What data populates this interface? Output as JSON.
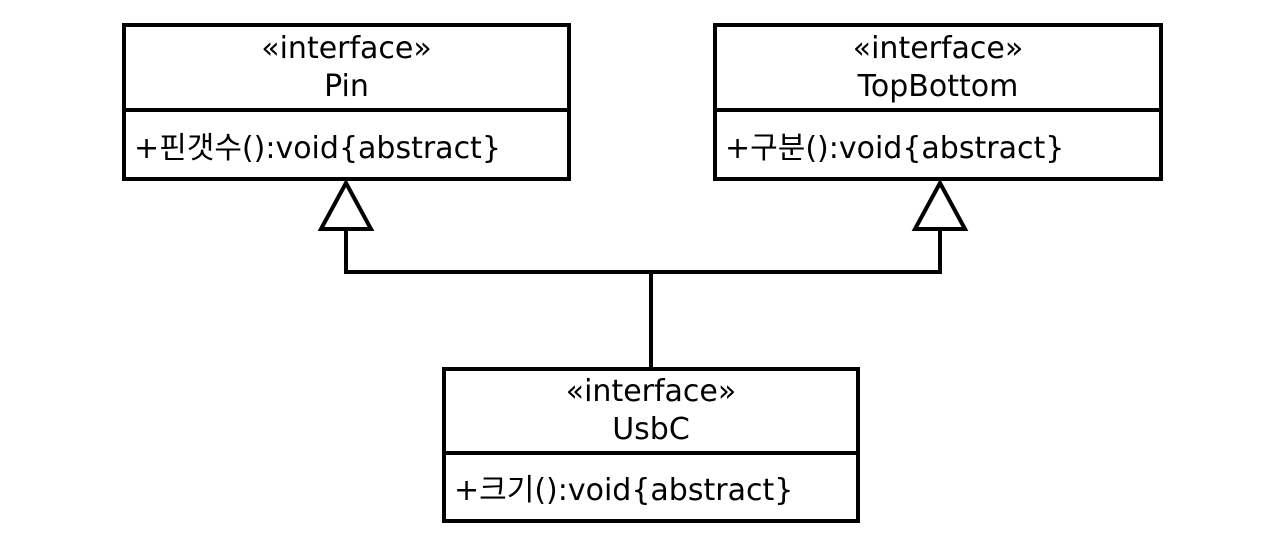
{
  "diagram": {
    "type": "uml-class-diagram",
    "background_color": "#ffffff",
    "stroke_color": "#000000",
    "classes": [
      {
        "id": "Pin",
        "stereotype": "«interface»",
        "name": "Pin",
        "methods": [
          "+핀갯수():void{abstract}"
        ]
      },
      {
        "id": "TopBottom",
        "stereotype": "«interface»",
        "name": "TopBottom",
        "methods": [
          "+구분():void{abstract}"
        ]
      },
      {
        "id": "UsbC",
        "stereotype": "«interface»",
        "name": "UsbC",
        "methods": [
          "+크기():void{abstract}"
        ]
      }
    ],
    "relationships": [
      {
        "from": "UsbC",
        "to": "Pin",
        "type": "generalization",
        "arrowhead": "hollow-triangle"
      },
      {
        "from": "UsbC",
        "to": "TopBottom",
        "type": "generalization",
        "arrowhead": "hollow-triangle"
      }
    ]
  }
}
